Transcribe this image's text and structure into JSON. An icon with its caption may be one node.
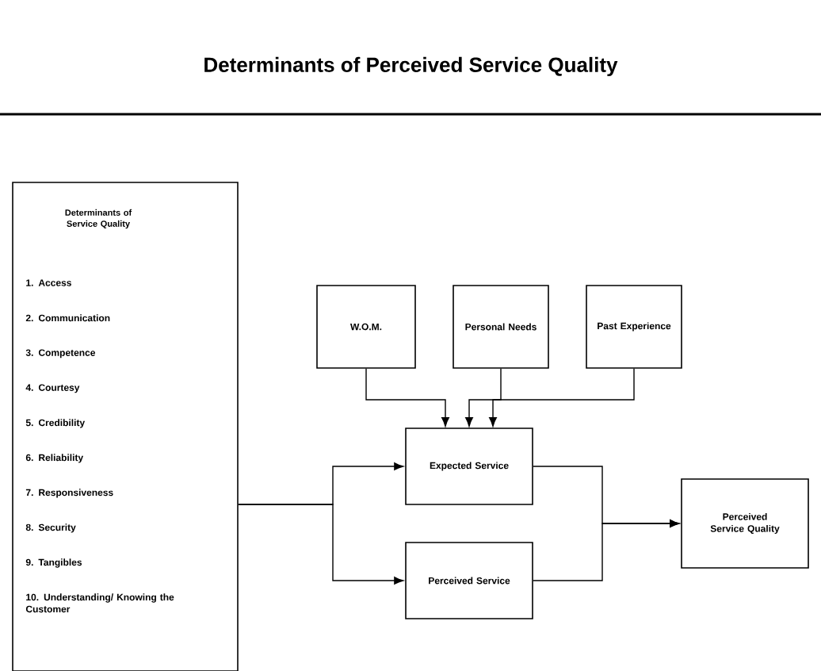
{
  "diagram": {
    "title": "Determinants of Perceived Service Quality",
    "nodes": [
      {
        "text": [
          "Determinants of Service Quality",
          "1. Access",
          "2. Communication",
          "3. Competence",
          "4. Courtesy",
          "5. Credibility",
          "6. Reliability",
          "7. Responsiveness",
          "8. Security",
          "9. Tangibles",
          "10. Understanding/ Knowing the Customer"
        ]
      },
      {
        "text": [
          "W.O.M."
        ]
      },
      {
        "text": [
          "Personal Needs"
        ]
      },
      {
        "text": [
          "Past Experience"
        ]
      },
      {
        "text": [
          "Expected Service"
        ]
      },
      {
        "text": [
          "Perceived Service"
        ]
      },
      {
        "text": [
          "Perceived Service Quality"
        ]
      }
    ],
    "edges": [
      {
        "from": 1,
        "to": 4,
        "arrow": "to"
      },
      {
        "from": 2,
        "to": 4,
        "arrow": "to"
      },
      {
        "from": 3,
        "to": 4,
        "arrow": "to"
      },
      {
        "from": 0,
        "to": 4,
        "arrow": "to"
      },
      {
        "from": 0,
        "to": 5,
        "arrow": "to"
      },
      {
        "from": 4,
        "to": 6,
        "arrow": "to"
      },
      {
        "from": 5,
        "to": 6,
        "arrow": "to"
      }
    ]
  }
}
